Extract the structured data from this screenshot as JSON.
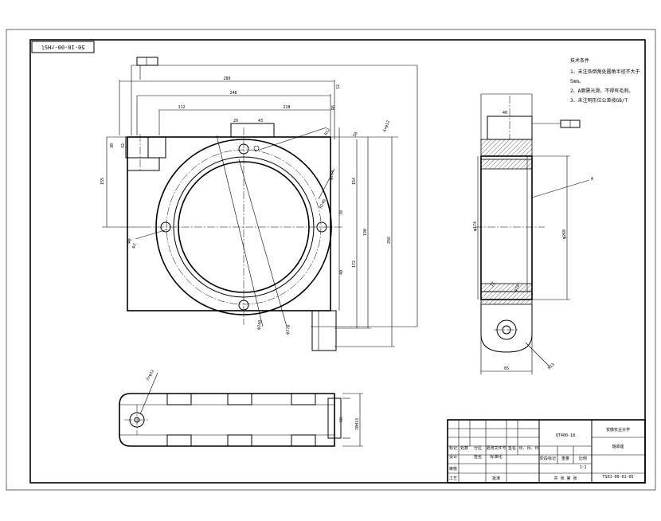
{
  "drawing": {
    "code_corner": "50-10-00-rHSl",
    "code_title": "TSHJ-00-01-05",
    "material": "QT400-18",
    "school": "安徽农业大学",
    "part_name": "轴承座",
    "tech_req_title": "技术条件",
    "tech_req_lines": [
      "1、未注各倒角处圆角半径不大于",
      "5mm。",
      "2、A面需光滑，不得有毛刺。",
      "3、未注明形位公差按GB/T"
    ]
  },
  "title_block": {
    "labels": {
      "mark": "标记",
      "count": "处数",
      "zone": "分区",
      "doc_no": "更改文件号",
      "sign": "签名",
      "date": "年、月、日",
      "design": "设计",
      "standardize": "标准化",
      "stage_mark": "阶段标记",
      "weight": "重量",
      "scale": "比例",
      "review": "审核",
      "process": "工艺",
      "approve": "批准",
      "sheets": "共   张   第   张"
    },
    "values": {
      "signature": "签名",
      "scale_value": "1:1"
    }
  },
  "dimensions": {
    "front": [
      "280",
      "248",
      "112",
      "228",
      "20",
      "43",
      "12",
      "R6",
      "30",
      "32",
      "155",
      "φ8",
      "φ2",
      "70",
      "40",
      "154",
      "172",
      "190",
      "256",
      "50",
      "4×φ12",
      "φ240",
      "φ270",
      "R140",
      "φ214",
      "R12"
    ],
    "side": [
      "40",
      "A",
      "φ174",
      "φ260",
      "12",
      "65",
      "R13",
      "φ16"
    ],
    "bottom": [
      "2×φ12",
      "50",
      "70H13"
    ]
  }
}
